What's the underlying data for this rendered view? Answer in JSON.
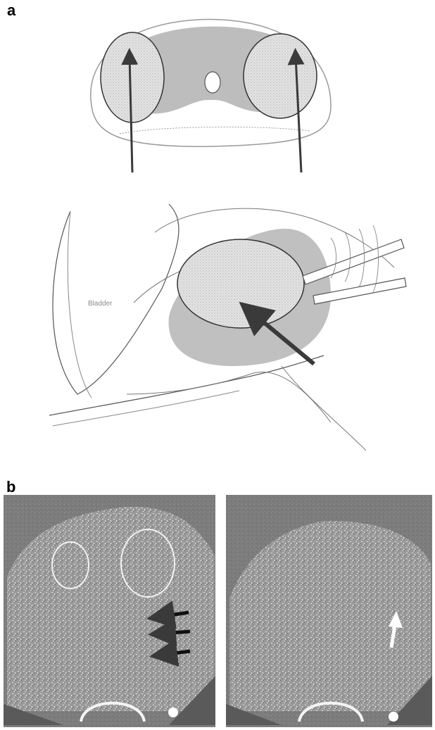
{
  "figure": {
    "panel_a_label": "a",
    "panel_b_label": "b",
    "sagittal_organ_label": "Bladder"
  },
  "colors": {
    "tissue_gray": "#bdbdbd",
    "highlight_fill": "#dcdcdc",
    "arrow_dark": "#3a3a3a",
    "ultrasound_bg": "#7a7a7a",
    "ultrasound_gland": "#a8a8a8",
    "ultrasound_bright": "#e6e6e6"
  }
}
